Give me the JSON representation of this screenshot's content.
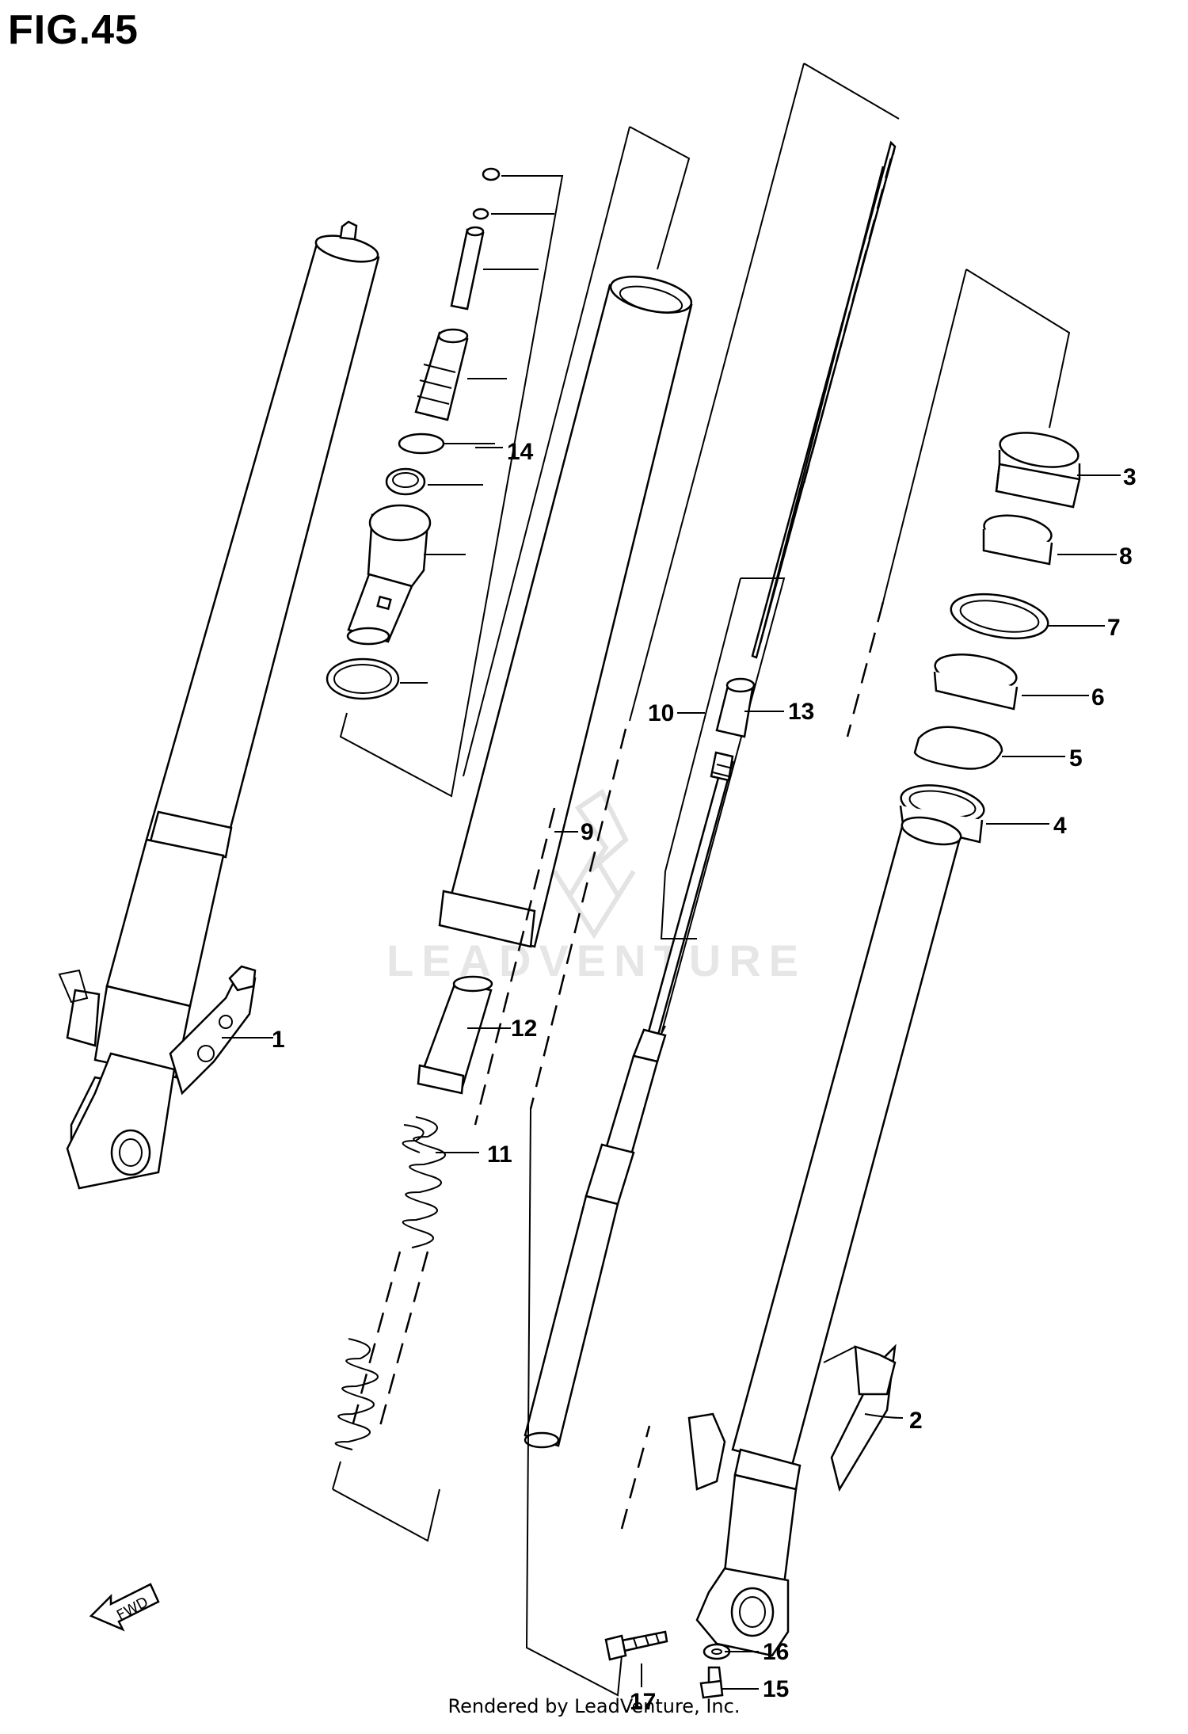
{
  "title": "FIG.45",
  "watermark": "LEADVENTURE",
  "footer": "Rendered by LeadVenture, Inc.",
  "fwd_label": "FWD",
  "callouts": {
    "c1": "1",
    "c2": "2",
    "c3": "3",
    "c4": "4",
    "c5": "5",
    "c6": "6",
    "c7": "7",
    "c8": "8",
    "c9": "9",
    "c10": "10",
    "c11": "11",
    "c12": "12",
    "c13": "13",
    "c14": "14",
    "c15": "15",
    "c16": "16",
    "c17": "17"
  },
  "icons": [
    "fwd-arrow-icon",
    "leadventure-logo-watermark"
  ]
}
